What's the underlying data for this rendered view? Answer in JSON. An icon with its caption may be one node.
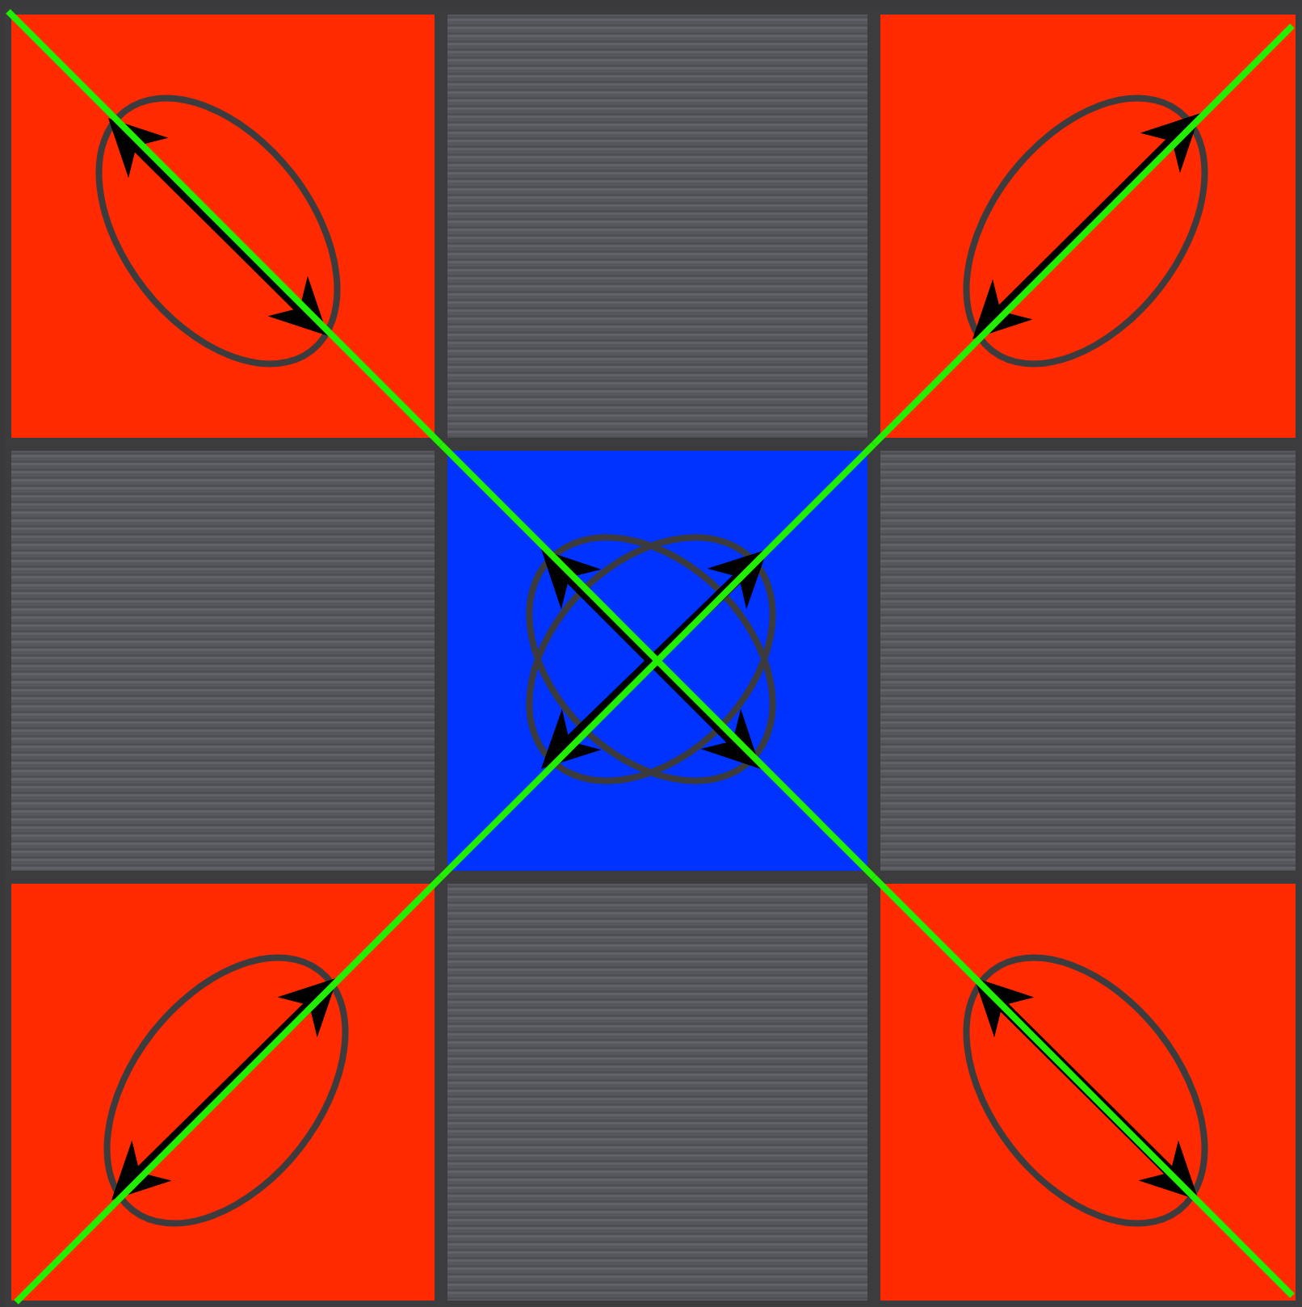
{
  "diagram": {
    "nodes": [
      {
        "text": [],
        "shape": "box"
      },
      {
        "text": [],
        "shape": "box"
      },
      {
        "text": [],
        "shape": "box"
      },
      {
        "text": [],
        "shape": "box"
      },
      {
        "text": [],
        "shape": "box"
      },
      {
        "text": [],
        "shape": "box"
      },
      {
        "text": [],
        "shape": "box"
      },
      {
        "text": [],
        "shape": "box"
      },
      {
        "text": [],
        "shape": "box"
      }
    ],
    "edges": [
      {
        "from": 0,
        "to": 4,
        "arrow": "none",
        "color": "#22ee00"
      },
      {
        "from": 2,
        "to": 4,
        "arrow": "none",
        "color": "#22ee00"
      },
      {
        "from": 4,
        "to": 6,
        "arrow": "none",
        "color": "#22ee00"
      },
      {
        "from": 4,
        "to": 8,
        "arrow": "none",
        "color": "#22ee00"
      }
    ]
  }
}
